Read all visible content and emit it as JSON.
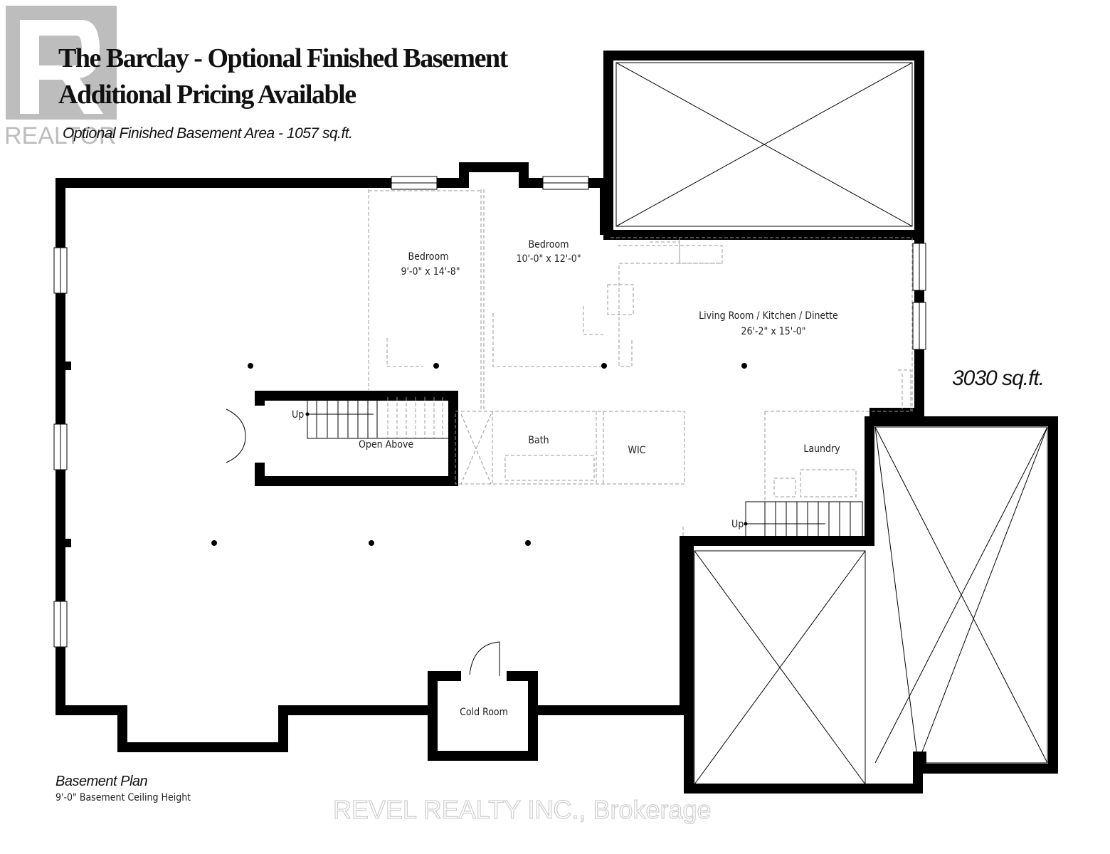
{
  "title_line1": "The Barclay - Optional Finished Basement",
  "title_line2": "Additional Pricing Available",
  "subtitle": "Optional Finished Basement Area - 1057 sq.ft.",
  "total_area": "3030 sq.ft.",
  "plan_title": "Basement Plan",
  "plan_note": "9'-0\" Basement Ceiling Height",
  "rooms": [
    {
      "name": "Bedroom",
      "size": "9'-0\" x 14'-8\""
    },
    {
      "name": "Bedroom",
      "size": "10'-0\" x 12'-0\""
    },
    {
      "name": "Living Room / Kitchen / Dinette",
      "size": "26'-2\" x 15'-0\""
    },
    {
      "name": "Bath"
    },
    {
      "name": "WIC"
    },
    {
      "name": "Laundry"
    },
    {
      "name": "Cold Room"
    }
  ],
  "stair_labels": {
    "up1": "Up",
    "open_above": "Open Above",
    "up2": "Up"
  },
  "logo_text": "REALTOR",
  "watermark": "REVEL REALTY INC., Brokerage"
}
